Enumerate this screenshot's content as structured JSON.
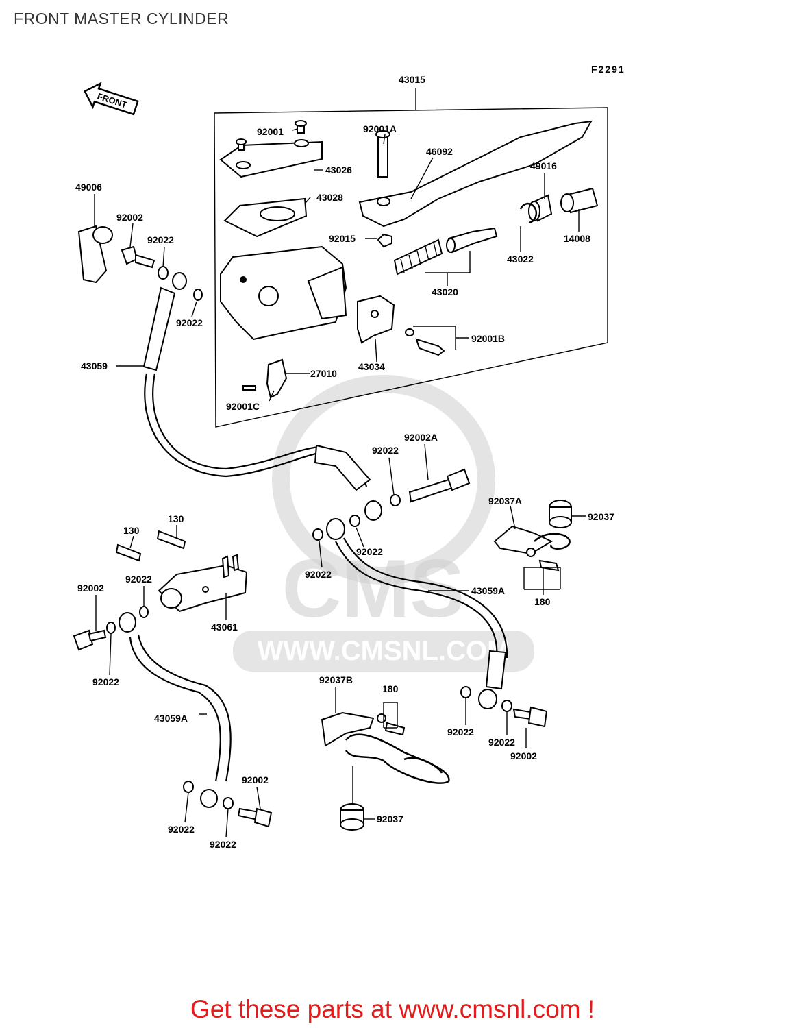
{
  "title": "FRONT MASTER CYLINDER",
  "figure_code": "F2291",
  "front_label": "FRONT",
  "watermark": {
    "brand": "CMS",
    "url": "WWW.CMSNL.COM"
  },
  "promo": "Get these parts at www.cmsnl.com !",
  "colors": {
    "promo": "#e31b1b",
    "title": "#333333",
    "watermark": "#c8c8c8"
  },
  "parts": {
    "p43015": "43015",
    "p92001": "92001",
    "p92001A": "92001A",
    "p46092": "46092",
    "p43026": "43026",
    "p43028": "43028",
    "p49016": "49016",
    "p49006": "49006",
    "p92002_a": "92002",
    "p92022_a": "92022",
    "p92015": "92015",
    "p14008": "14008",
    "p43022": "43022",
    "p43020": "43020",
    "p92022_b": "92022",
    "p92001B": "92001B",
    "p43034": "43034",
    "p43059": "43059",
    "p27010": "27010",
    "p92001C": "92001C",
    "p92002A": "92002A",
    "p92022_c": "92022",
    "p92037A": "92037A",
    "p92037_a": "92037",
    "p130_a": "130",
    "p130_b": "130",
    "p92022_d": "92022",
    "p92022_e": "92022",
    "p92022_f": "92022",
    "p43059A_a": "43059A",
    "p180_a": "180",
    "p43061": "43061",
    "p92002_b": "92002",
    "p92022_g": "92022",
    "p92037B": "92037B",
    "p180_b": "180",
    "p43059A_b": "43059A",
    "p92022_h": "92022",
    "p92022_i": "92022",
    "p92002_c": "92002",
    "p92002_d": "92002",
    "p92022_j": "92022",
    "p92022_k": "92022",
    "p92037_b": "92037"
  }
}
